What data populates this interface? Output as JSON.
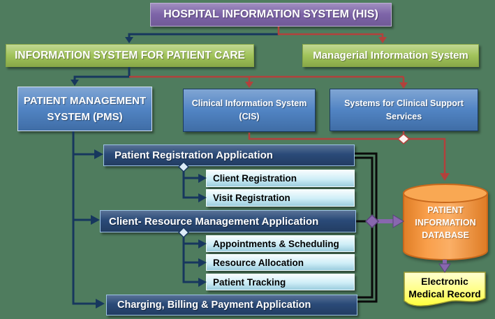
{
  "colors": {
    "background": "#4F7C5E",
    "purple_box": "#7D64A8",
    "green_box": "#9CC052",
    "blue_box": "#4A7FC1",
    "navy_box": "#2A4A78",
    "light_blue_box": "#BEE8F4",
    "database_orange": "#F79646",
    "emr_yellow": "#FFFF66",
    "connector_navy": "#17375E",
    "connector_red": "#B2413C",
    "connector_black": "#0A0A0A",
    "connector_purple": "#8867AE"
  },
  "nodes": {
    "his": {
      "label": "HOSPITAL INFORMATION SYSTEM (HIS)"
    },
    "ispc": {
      "label": "INFORMATION SYSTEM FOR PATIENT CARE"
    },
    "mis": {
      "label": "Managerial Information System"
    },
    "pms": {
      "lines": [
        "PATIENT MANAGEMENT",
        "SYSTEM (PMS)"
      ]
    },
    "cis": {
      "lines": [
        "Clinical Information System",
        "(CIS)"
      ]
    },
    "scss": {
      "lines": [
        "Systems for Clinical Support",
        "Services"
      ]
    },
    "pra": {
      "label": "Patient Registration Application"
    },
    "client_registration": {
      "label": "Client Registration"
    },
    "visit_registration": {
      "label": "Visit Registration"
    },
    "crma": {
      "label": "Client- Resource Management Application"
    },
    "appointments": {
      "label": "Appointments & Scheduling"
    },
    "resource_allocation": {
      "label": "Resource Allocation"
    },
    "patient_tracking": {
      "label": "Patient Tracking"
    },
    "cbpa": {
      "label": "Charging, Billing & Payment Application"
    },
    "database": {
      "lines": [
        "PATIENT",
        "INFORMATION",
        "DATABASE"
      ]
    },
    "emr": {
      "lines": [
        "Electronic",
        "Medical Record"
      ]
    }
  }
}
